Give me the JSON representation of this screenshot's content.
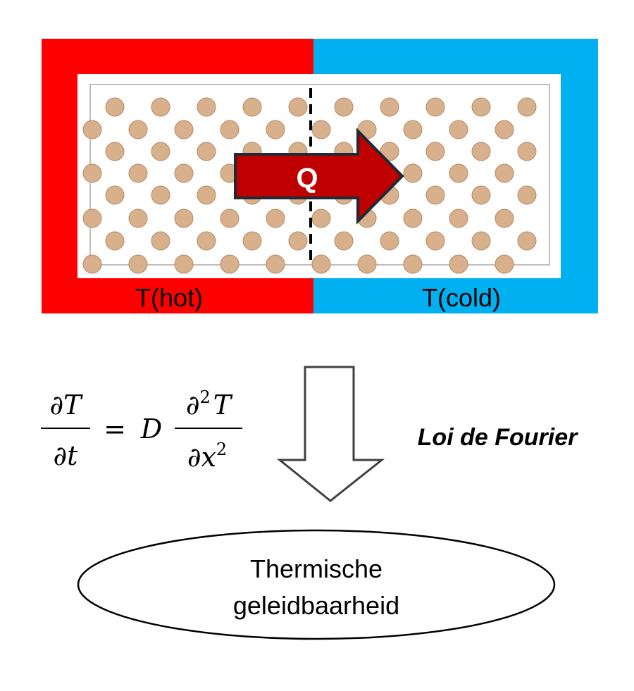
{
  "panel": {
    "hot_label": "T(hot)",
    "cold_label": "T(cold)",
    "flux_label": "Q",
    "hot_color": "#ff0000",
    "cold_color": "#00b0f0",
    "arrow_color": "#c00000",
    "particle_color": "#d9b08c"
  },
  "equation": {
    "numerator_left": "∂T",
    "denominator_left": "∂t",
    "equals": "=",
    "coefficient": "D",
    "numerator_right_base": "∂",
    "numerator_right_exp": "2",
    "numerator_right_var": "T",
    "denominator_right_base": "∂x",
    "denominator_right_exp": "2"
  },
  "law_label": "Loi de Fourier",
  "result": {
    "line1": "Thermische",
    "line2": "geleidbaarheid"
  }
}
